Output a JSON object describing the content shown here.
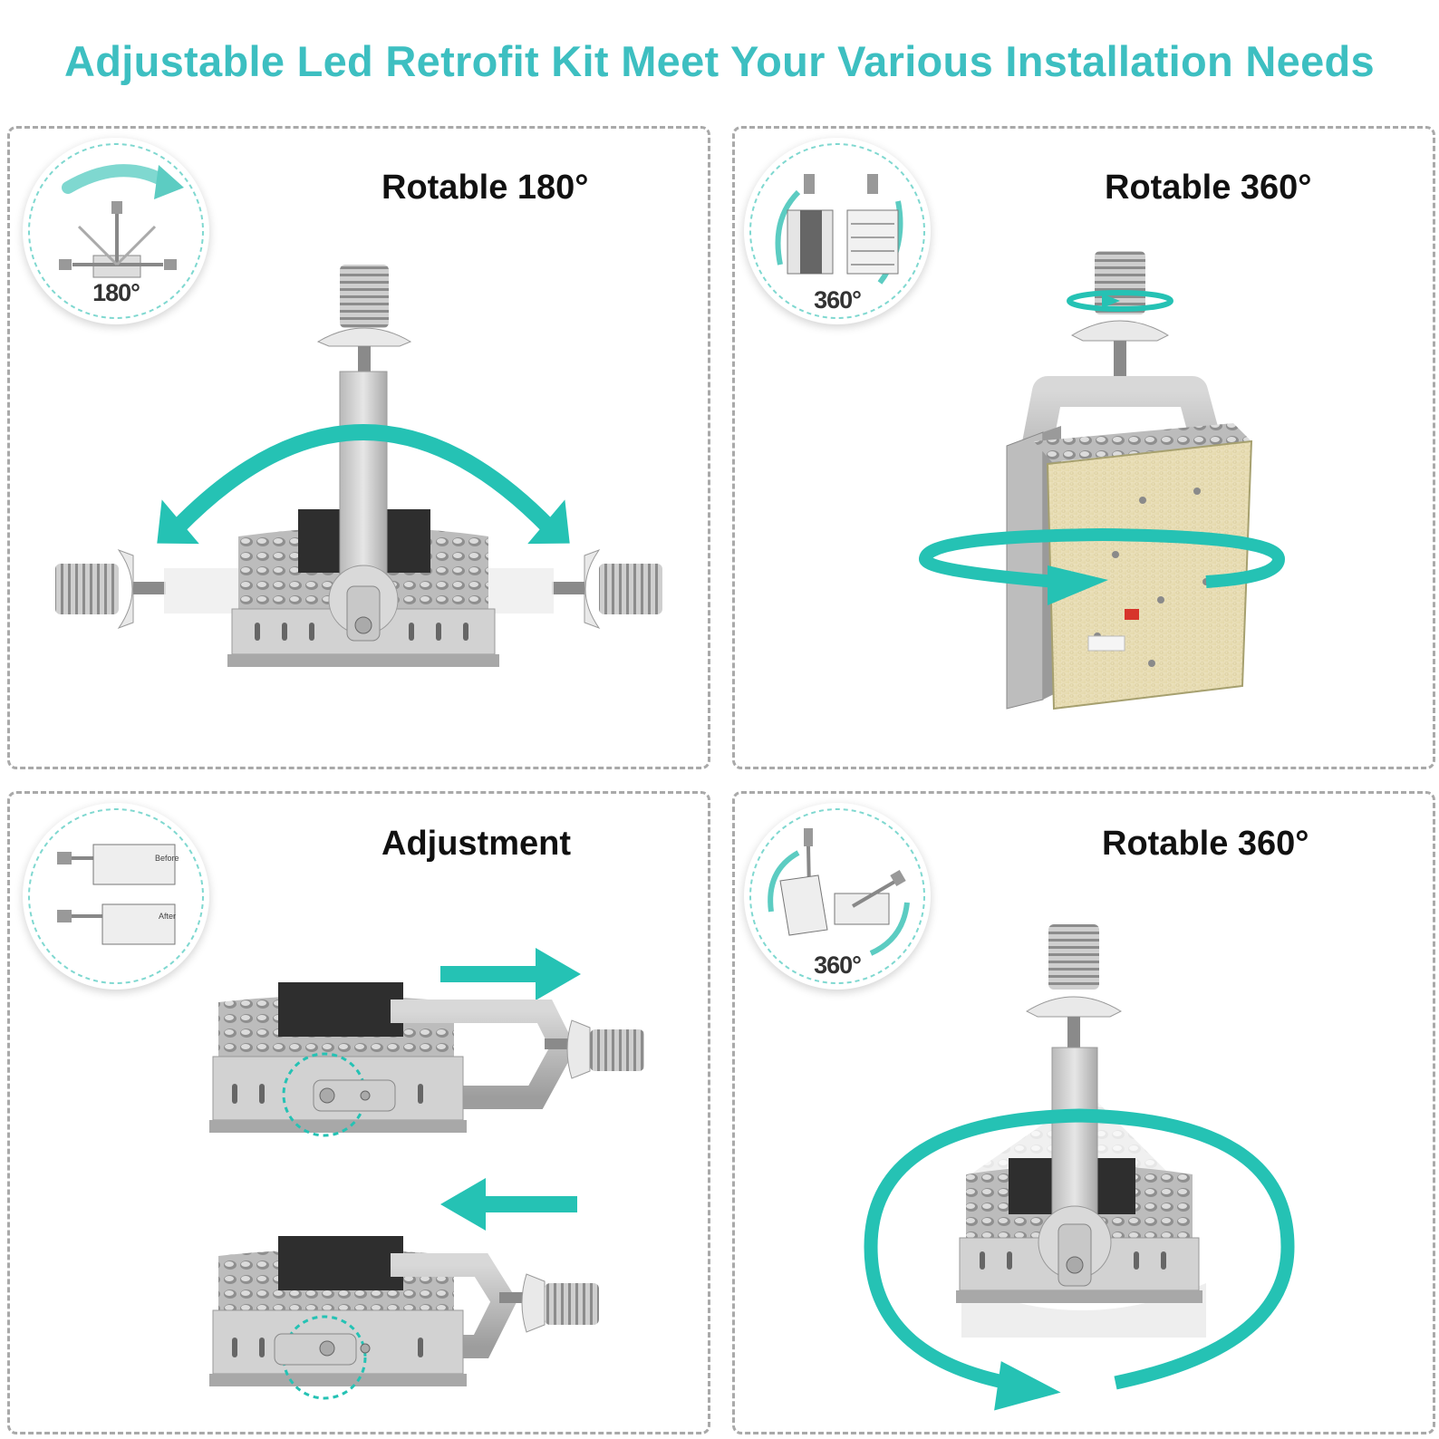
{
  "headline": "Adjustable Led Retrofit Kit Meet Your Various Installation Needs",
  "colors": {
    "accent": "#3dbfc1",
    "arrow": "#25c2b4",
    "title": "#111111",
    "border": "#a9a9a9"
  },
  "panels": [
    {
      "title": "Rotable 180°",
      "badge_label": "180°",
      "badge_icon": "rotate-180-diagram-icon"
    },
    {
      "title": "Rotable 360°",
      "badge_label": "360°",
      "badge_icon": "rotate-360-vertical-diagram-icon"
    },
    {
      "title": "Adjustment",
      "badge_icon": "before-after-adjustment-diagram-icon",
      "badge_before": "Before",
      "badge_after": "After"
    },
    {
      "title": "Rotable 360°",
      "badge_label": "360°",
      "badge_icon": "rotate-360-tilt-diagram-icon"
    }
  ]
}
